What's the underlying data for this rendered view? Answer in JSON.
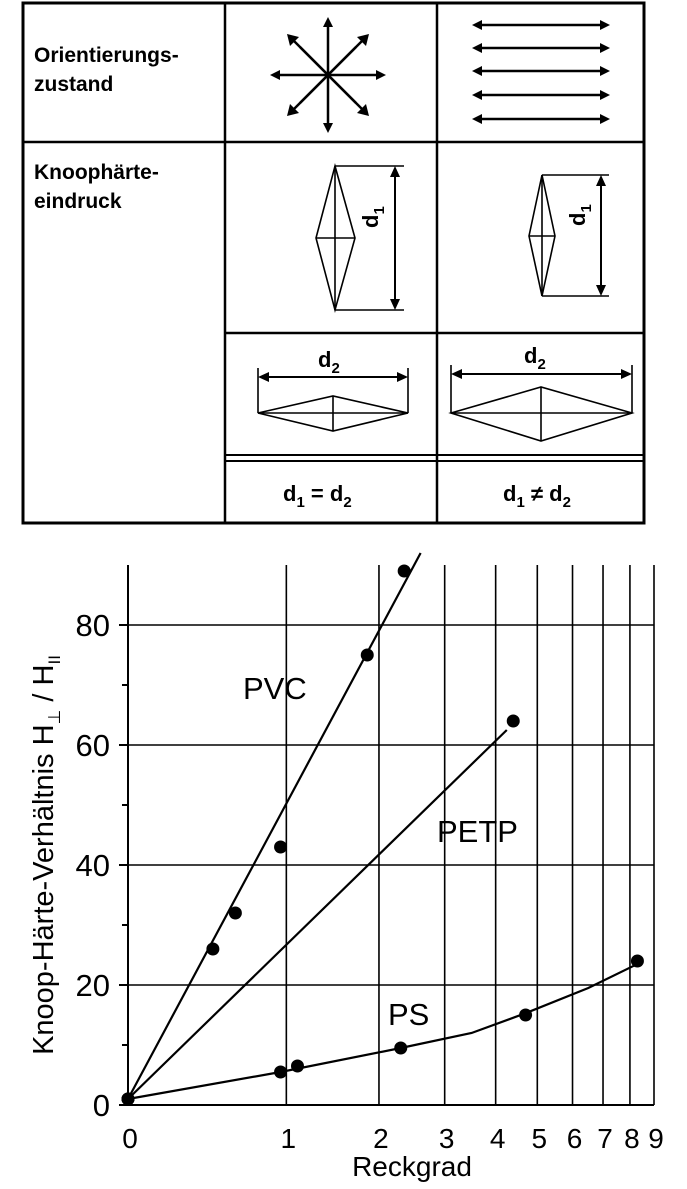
{
  "table": {
    "row1_label_line1": "Orientierungs-",
    "row1_label_line2": "zustand",
    "row2_label_line1": "Knoophärte-",
    "row2_label_line2": "eindruck",
    "d_symbol": "d",
    "sub_1": "1",
    "sub_2": "2",
    "eq_sign": "=",
    "neq_sign": "≠"
  },
  "chart_data": {
    "type": "scatter",
    "ylabel_main": "Knoop-Härte-Verhältnis H",
    "ylabel_perp": "⊥",
    "ylabel_sep": " / H",
    "ylabel_par": "II",
    "xlabel": "Reckgrad",
    "x_scale": "log(1+x)",
    "xlim": [
      0,
      9
    ],
    "ylim": [
      0,
      90
    ],
    "x_ticks": [
      0,
      1,
      2,
      3,
      4,
      5,
      6,
      7,
      8,
      9
    ],
    "x_tick_labels": [
      "0",
      "1",
      "2",
      "3",
      "4",
      "5",
      "6",
      "7",
      "8",
      "9"
    ],
    "y_ticks": [
      0,
      20,
      40,
      60,
      80
    ],
    "y_tick_labels": [
      "0",
      "20",
      "40",
      "60",
      "80"
    ],
    "grid": true,
    "series": [
      {
        "name": "PVC",
        "points": [
          [
            0,
            1
          ],
          [
            0.45,
            26
          ],
          [
            0.6,
            32
          ],
          [
            0.95,
            43
          ],
          [
            1.85,
            75
          ],
          [
            2.35,
            89
          ]
        ],
        "fit": [
          [
            0,
            1
          ],
          [
            2.6,
            92
          ]
        ]
      },
      {
        "name": "PETP",
        "points": [
          [
            0,
            1
          ],
          [
            4.4,
            64
          ]
        ],
        "fit": [
          [
            0,
            1
          ],
          [
            4.25,
            62.5
          ]
        ]
      },
      {
        "name": "PS",
        "points": [
          [
            0,
            1
          ],
          [
            0.95,
            5.5
          ],
          [
            1.1,
            6.5
          ],
          [
            2.3,
            9.5
          ],
          [
            4.7,
            15
          ],
          [
            8.3,
            24
          ]
        ],
        "fit": [
          [
            0,
            1
          ],
          [
            0.95,
            5.5
          ],
          [
            2.3,
            9.5
          ],
          [
            3.5,
            12
          ],
          [
            4.7,
            15.3
          ],
          [
            6.5,
            19.5
          ],
          [
            8.3,
            23.5
          ]
        ]
      }
    ]
  }
}
